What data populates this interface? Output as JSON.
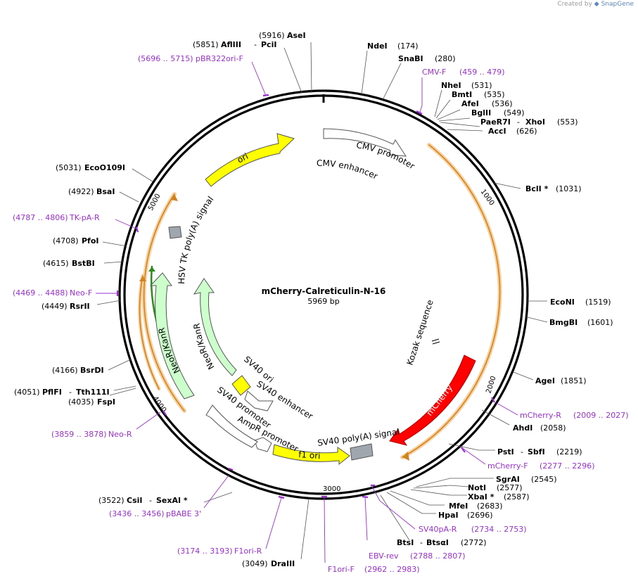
{
  "credit": {
    "prefix": "Created by",
    "brand": "SnapGene"
  },
  "plasmid": {
    "name": "mCherry-Calreticulin-N-16",
    "size_label": "5969 bp",
    "length": 5969
  },
  "colors": {
    "ori": "#ffff00",
    "promoter": "#ffffff",
    "resistance": "#ccffcc",
    "mcherry": "#ff0000",
    "polya": "#a0a0a0",
    "primer": "#9b2fd0",
    "orf": "#e0962e"
  },
  "ticks": [
    {
      "pos": 1000,
      "label": "1000"
    },
    {
      "pos": 2000,
      "label": "2000"
    },
    {
      "pos": 3000,
      "label": "3000"
    },
    {
      "pos": 4000,
      "label": "4000"
    },
    {
      "pos": 5000,
      "label": "5000"
    }
  ],
  "features": [
    {
      "id": "cmv-enhancer",
      "label": "CMV enhancer"
    },
    {
      "id": "cmv-promoter",
      "label": "CMV promoter"
    },
    {
      "id": "kozak",
      "label": "Kozak sequence"
    },
    {
      "id": "mcherry",
      "label": "mCherry"
    },
    {
      "id": "sv40-polya",
      "label": "SV40 poly(A) signal"
    },
    {
      "id": "f1-ori",
      "label": "f1 ori"
    },
    {
      "id": "ampr-promoter",
      "label": "AmpR promoter"
    },
    {
      "id": "sv40-promoter",
      "label": "SV40 promoter"
    },
    {
      "id": "sv40-enhancer",
      "label": "SV40 enhancer"
    },
    {
      "id": "sv40-ori",
      "label": "SV40 ori"
    },
    {
      "id": "neor-inner",
      "label": "NeoR/KanR"
    },
    {
      "id": "neor-outer",
      "label": "NeoR/KanR"
    },
    {
      "id": "hsv-tk-polya",
      "label": "HSV TK poly(A) signal"
    },
    {
      "id": "ori",
      "label": "ori"
    }
  ],
  "sites": [
    {
      "pos": "(174)",
      "name": "NdeI"
    },
    {
      "pos": "(280)",
      "name": "SnaBI"
    },
    {
      "pos": "(531)",
      "name": "NheI"
    },
    {
      "pos": "(535)",
      "name": "BmtI"
    },
    {
      "pos": "(536)",
      "name": "AfeI"
    },
    {
      "pos": "(549)",
      "name": "BglII"
    },
    {
      "pos": "(553)",
      "name": "PaeR7I",
      "alt": "XhoI"
    },
    {
      "pos": "(626)",
      "name": "AccI"
    },
    {
      "pos": "(1031)",
      "name": "BclI *"
    },
    {
      "pos": "(1519)",
      "name": "EcoNI"
    },
    {
      "pos": "(1601)",
      "name": "BmgBI"
    },
    {
      "pos": "(1851)",
      "name": "AgeI"
    },
    {
      "pos": "(2058)",
      "name": "AhdI"
    },
    {
      "pos": "(2219)",
      "name": "PstI",
      "alt": "SbfI"
    },
    {
      "pos": "(2545)",
      "name": "SgrAI"
    },
    {
      "pos": "(2577)",
      "name": "NotI"
    },
    {
      "pos": "(2587)",
      "name": "XbaI *"
    },
    {
      "pos": "(2683)",
      "name": "MfeI"
    },
    {
      "pos": "(2696)",
      "name": "HpaI"
    },
    {
      "pos": "(2772)",
      "name": "BtsI",
      "alt": "BtsαI"
    },
    {
      "pos": "(3049)",
      "name": "DraIII"
    },
    {
      "pos": "(3522)",
      "name": "CsiI",
      "alt": "SexAI *"
    },
    {
      "pos": "(4035)",
      "name": "FspI"
    },
    {
      "pos": "(4051)",
      "name": "PflFI",
      "alt": "Tth111I"
    },
    {
      "pos": "(4166)",
      "name": "BsrDI"
    },
    {
      "pos": "(4449)",
      "name": "RsrII"
    },
    {
      "pos": "(4615)",
      "name": "BstBI"
    },
    {
      "pos": "(4708)",
      "name": "PfoI"
    },
    {
      "pos": "(4922)",
      "name": "BsaI"
    },
    {
      "pos": "(5031)",
      "name": "EcoO109I"
    },
    {
      "pos": "(5851)",
      "name": "AflIII",
      "alt": "PciI"
    },
    {
      "pos": "(5916)",
      "name": "AseI"
    }
  ],
  "primers": [
    {
      "range": "(459 .. 479)",
      "name": "CMV-F"
    },
    {
      "range": "(2009 .. 2027)",
      "name": "mCherry-R"
    },
    {
      "range": "(2277 .. 2296)",
      "name": "mCherry-F"
    },
    {
      "range": "(2734 .. 2753)",
      "name": "SV40pA-R"
    },
    {
      "range": "(2788 .. 2807)",
      "name": "EBV-rev"
    },
    {
      "range": "(2962 .. 2983)",
      "name": "F1ori-F"
    },
    {
      "range": "(3174 .. 3193)",
      "name": "F1ori-R"
    },
    {
      "range": "(3436 .. 3456)",
      "name": "pBABE 3'"
    },
    {
      "range": "(3859 .. 3878)",
      "name": "Neo-R"
    },
    {
      "range": "(4469 .. 4488)",
      "name": "Neo-F"
    },
    {
      "range": "(4787 .. 4806)",
      "name": "TK-pA-R"
    },
    {
      "range": "(5696 .. 5715)",
      "name": "pBR322ori-F"
    }
  ]
}
